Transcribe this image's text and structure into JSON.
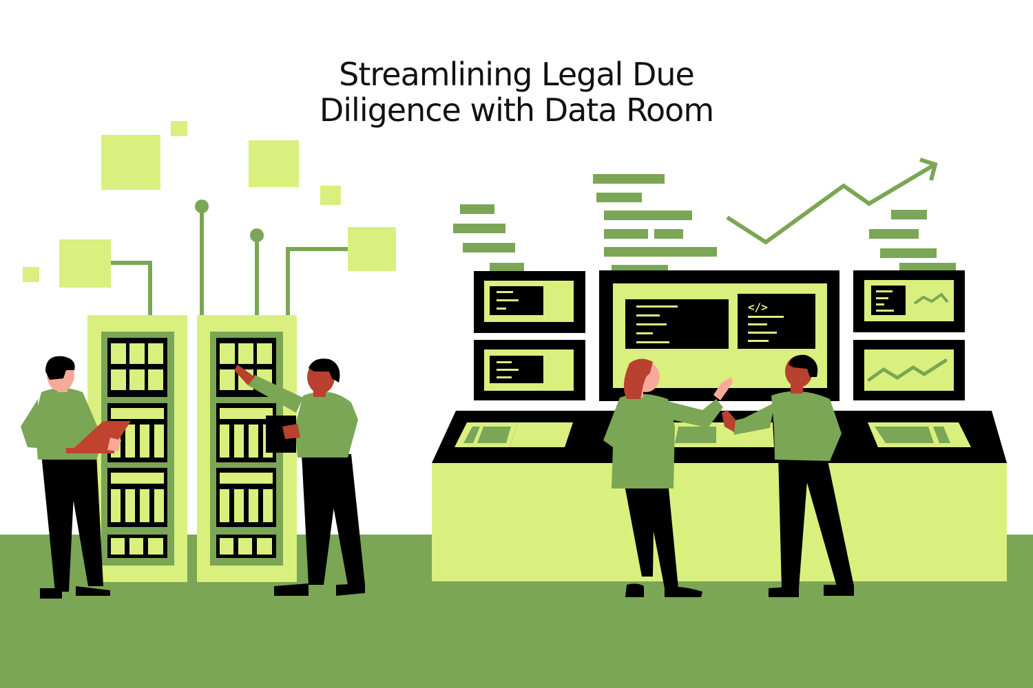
{
  "title": {
    "line1": "Streamlining Legal Due",
    "line2": "Diligence with Data Room"
  },
  "colors": {
    "light_green": "#d9f07e",
    "mid_green": "#7ba655",
    "black": "#000000",
    "skin_light": "#f9a99a",
    "skin_dark": "#b9412f",
    "laptop": "#c0432f",
    "background": "#ffffff"
  },
  "scene": {
    "code_icon": "</>",
    "people_count": 4,
    "server_racks": 2,
    "monitors": 5
  }
}
